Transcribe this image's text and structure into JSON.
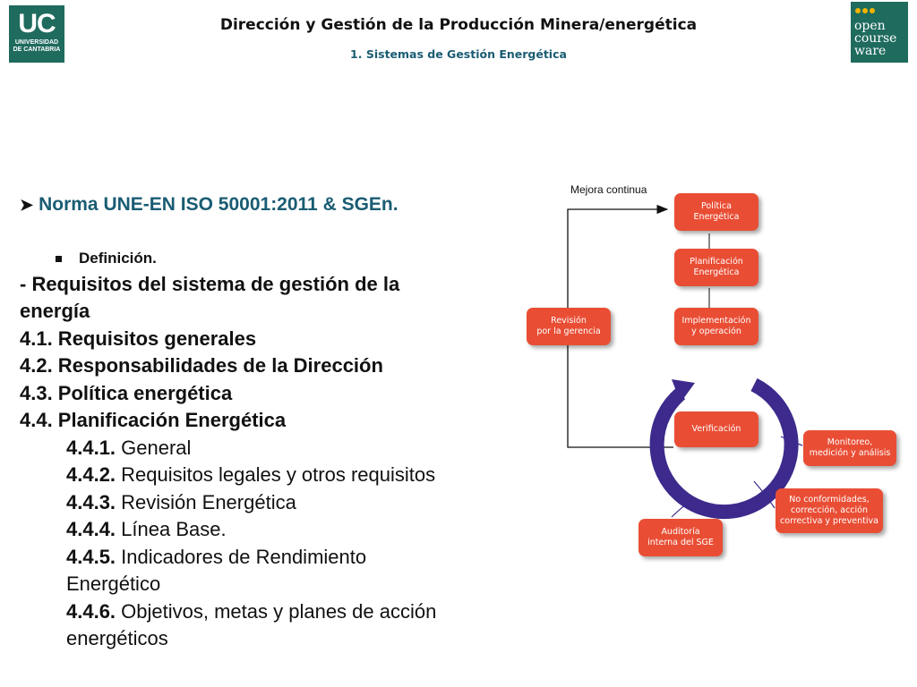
{
  "header": {
    "title": "Dirección y Gestión de la Producción Minera/energética",
    "subtitle": "1. Sistemas de Gestión Energética",
    "uc_logo": {
      "big": "UC",
      "line1": "UNIVERSIDAD",
      "line2": "DE CANTABRIA"
    },
    "ocw_logo": {
      "line1": "open",
      "line2": "course",
      "line3": "ware"
    }
  },
  "content": {
    "heading": "Norma UNE-EN ISO 50001:2011 & SGEn.",
    "bullet": "Definición.",
    "lines_bold": [
      "- Requisitos del sistema de gestión de la",
      "energía",
      "4.1. Requisitos generales",
      "4.2. Responsabilidades de la Dirección",
      "4.3. Política energética",
      "4.4. Planificación Energética"
    ],
    "sub_items": [
      {
        "num": "4.4.1.",
        "text": " General"
      },
      {
        "num": "4.4.2.",
        "text": " Requisitos legales y otros requisitos"
      },
      {
        "num": "4.4.3.",
        "text": " Revisión Energética"
      },
      {
        "num": "4.4.4.",
        "text": " Línea Base."
      },
      {
        "num": "4.4.5.",
        "text": " Indicadores de Rendimiento"
      },
      {
        "num": "",
        "text": "Energético"
      },
      {
        "num": "4.4.6.",
        "text": " Objetivos, metas y planes de acción"
      },
      {
        "num": "",
        "text": "energéticos"
      }
    ]
  },
  "diagram": {
    "mejora": "Mejora continua",
    "politica": [
      "Política",
      "Energética"
    ],
    "planificacion": [
      "Planificación",
      "Energética"
    ],
    "implementacion": [
      "Implementación",
      "y operación"
    ],
    "revision": [
      "Revisión",
      "por la gerencia"
    ],
    "verificacion": "Verificación",
    "monitoreo": [
      "Monitoreo,",
      "medición y análisis"
    ],
    "no_conformidades": [
      "No conformidades,",
      "corrección, acción",
      "correctiva y preventiva"
    ],
    "auditoria": [
      "Auditoría",
      "interna del SGE"
    ],
    "colors": {
      "box": "#e94e35",
      "cycle": "#3d2a8c",
      "accent": "#1a5c73"
    }
  }
}
